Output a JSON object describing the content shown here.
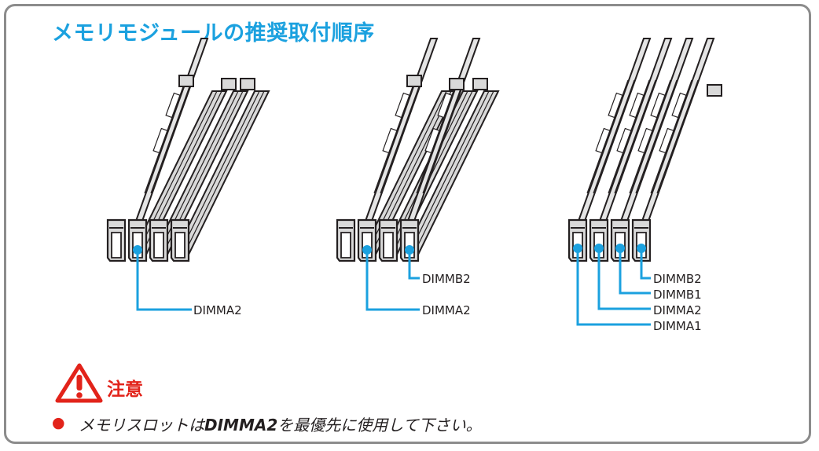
{
  "title": "メモリモジュールの推奨取付順序",
  "accent_color": "#1ba1df",
  "warning_color": "#e2231a",
  "configurations": [
    {
      "labels": [
        "DIMMA2"
      ]
    },
    {
      "labels": [
        "DIMMB2",
        "DIMMA2"
      ]
    },
    {
      "labels": [
        "DIMMB2",
        "DIMMB1",
        "DIMMA2",
        "DIMMA1"
      ]
    }
  ],
  "caution": {
    "icon": "warning-triangle-icon",
    "title": "注意",
    "bullet": "●",
    "note_prefix": "メモリスロットは",
    "note_emphasis": "DIMMA2",
    "note_suffix": "を最優先に使用して下さい。"
  }
}
